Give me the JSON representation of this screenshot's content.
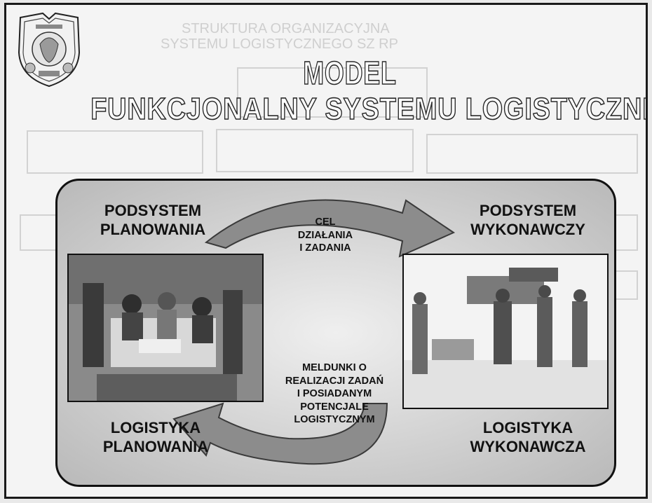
{
  "title": {
    "line1": "MODEL",
    "line2": "FUNKCJONALNY SYSTEMU LOGISTYCZNEGO"
  },
  "quadrants": {
    "top_left": "PODSYSTEM\nPLANOWANIA",
    "top_right": "PODSYSTEM\nWYKONAWCZY",
    "bottom_left": "LOGISTYKA\nPLANOWANIA",
    "bottom_right": "LOGISTYKA\nWYKONAWCZA"
  },
  "arrows": {
    "top_label": "CEL\nDZIAŁANIA\nI ZADANIA",
    "bottom_label": "MELDUNKI O\nREALIZACJI ZADAŃ\nI POSIADANYM\nPOTENCJALE\nLOGISTYCZNYM"
  },
  "colors": {
    "frame": "#1a1a1a",
    "panel_fill": "#c8c8c8",
    "arrow_fill": "#8c8c8c",
    "title_outline": "#2a2a2a"
  },
  "icons": {
    "logo": "emblem-seal",
    "photo_left": "planning-room-photo",
    "photo_right": "field-soldiers-photo"
  }
}
